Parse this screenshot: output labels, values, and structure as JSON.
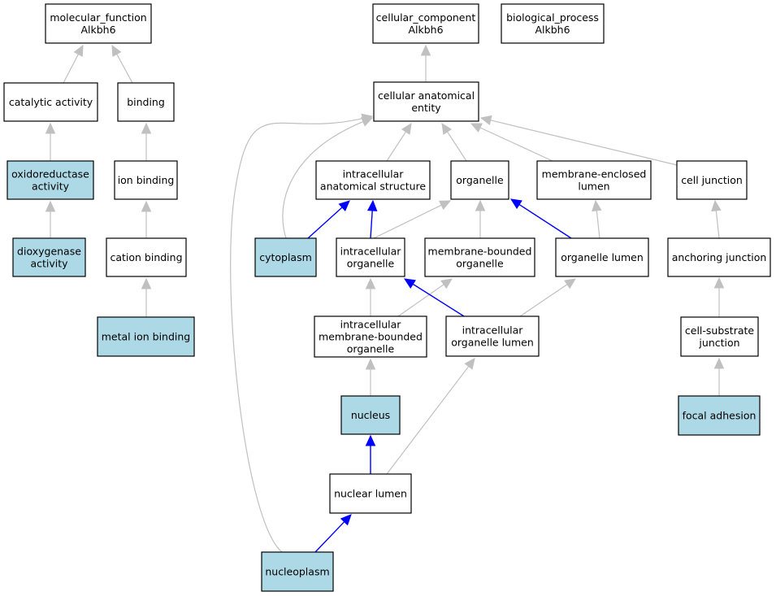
{
  "colors": {
    "highlight_fill": "#add8e6",
    "plain_fill": "#ffffff",
    "border": "#000000",
    "edge_gray": "#c0c0c0",
    "edge_blue": "#0000ff"
  },
  "nodes": {
    "molecular_function": {
      "lines": [
        "molecular_function",
        "Alkbh6"
      ],
      "highlight": false
    },
    "catalytic_activity": {
      "lines": [
        "catalytic activity"
      ],
      "highlight": false
    },
    "binding": {
      "lines": [
        "binding"
      ],
      "highlight": false
    },
    "oxidoreductase_activity": {
      "lines": [
        "oxidoreductase",
        "activity"
      ],
      "highlight": true
    },
    "ion_binding": {
      "lines": [
        "ion binding"
      ],
      "highlight": false
    },
    "dioxygenase_activity": {
      "lines": [
        "dioxygenase",
        "activity"
      ],
      "highlight": true
    },
    "cation_binding": {
      "lines": [
        "cation binding"
      ],
      "highlight": false
    },
    "metal_ion_binding": {
      "lines": [
        "metal ion binding"
      ],
      "highlight": true
    },
    "cellular_component": {
      "lines": [
        "cellular_component",
        "Alkbh6"
      ],
      "highlight": false
    },
    "biological_process": {
      "lines": [
        "biological_process",
        "Alkbh6"
      ],
      "highlight": false
    },
    "cellular_anatomical_entity": {
      "lines": [
        "cellular anatomical",
        "entity"
      ],
      "highlight": false
    },
    "intracellular_anatomical_structure": {
      "lines": [
        "intracellular",
        "anatomical structure"
      ],
      "highlight": false
    },
    "organelle": {
      "lines": [
        "organelle"
      ],
      "highlight": false
    },
    "membrane_enclosed_lumen": {
      "lines": [
        "membrane-enclosed",
        "lumen"
      ],
      "highlight": false
    },
    "cell_junction": {
      "lines": [
        "cell junction"
      ],
      "highlight": false
    },
    "cytoplasm": {
      "lines": [
        "cytoplasm"
      ],
      "highlight": true
    },
    "intracellular_organelle": {
      "lines": [
        "intracellular",
        "organelle"
      ],
      "highlight": false
    },
    "membrane_bounded_organelle": {
      "lines": [
        "membrane-bounded",
        "organelle"
      ],
      "highlight": false
    },
    "organelle_lumen": {
      "lines": [
        "organelle lumen"
      ],
      "highlight": false
    },
    "anchoring_junction": {
      "lines": [
        "anchoring junction"
      ],
      "highlight": false
    },
    "intracellular_membrane_bounded_organelle": {
      "lines": [
        "intracellular",
        "membrane-bounded",
        "organelle"
      ],
      "highlight": false
    },
    "intracellular_organelle_lumen": {
      "lines": [
        "intracellular",
        "organelle lumen"
      ],
      "highlight": false
    },
    "cell_substrate_junction": {
      "lines": [
        "cell-substrate",
        "junction"
      ],
      "highlight": false
    },
    "nucleus": {
      "lines": [
        "nucleus"
      ],
      "highlight": true
    },
    "focal_adhesion": {
      "lines": [
        "focal adhesion"
      ],
      "highlight": true
    },
    "nuclear_lumen": {
      "lines": [
        "nuclear lumen"
      ],
      "highlight": false
    },
    "nucleoplasm": {
      "lines": [
        "nucleoplasm"
      ],
      "highlight": true
    }
  },
  "edges": [
    {
      "from": "catalytic_activity",
      "to": "molecular_function",
      "kind": "is_a"
    },
    {
      "from": "binding",
      "to": "molecular_function",
      "kind": "is_a"
    },
    {
      "from": "oxidoreductase_activity",
      "to": "catalytic_activity",
      "kind": "is_a"
    },
    {
      "from": "ion_binding",
      "to": "binding",
      "kind": "is_a"
    },
    {
      "from": "dioxygenase_activity",
      "to": "oxidoreductase_activity",
      "kind": "is_a"
    },
    {
      "from": "cation_binding",
      "to": "ion_binding",
      "kind": "is_a"
    },
    {
      "from": "metal_ion_binding",
      "to": "cation_binding",
      "kind": "is_a"
    },
    {
      "from": "cellular_anatomical_entity",
      "to": "cellular_component",
      "kind": "is_a"
    },
    {
      "from": "intracellular_anatomical_structure",
      "to": "cellular_anatomical_entity",
      "kind": "is_a"
    },
    {
      "from": "organelle",
      "to": "cellular_anatomical_entity",
      "kind": "is_a"
    },
    {
      "from": "membrane_enclosed_lumen",
      "to": "cellular_anatomical_entity",
      "kind": "is_a"
    },
    {
      "from": "cell_junction",
      "to": "cellular_anatomical_entity",
      "kind": "is_a"
    },
    {
      "from": "cytoplasm",
      "to": "cellular_anatomical_entity",
      "kind": "is_a"
    },
    {
      "from": "nucleoplasm",
      "to": "cellular_anatomical_entity",
      "kind": "is_a"
    },
    {
      "from": "cytoplasm",
      "to": "intracellular_anatomical_structure",
      "kind": "part_of"
    },
    {
      "from": "intracellular_organelle",
      "to": "intracellular_anatomical_structure",
      "kind": "part_of"
    },
    {
      "from": "intracellular_organelle",
      "to": "organelle",
      "kind": "is_a"
    },
    {
      "from": "membrane_bounded_organelle",
      "to": "organelle",
      "kind": "is_a"
    },
    {
      "from": "organelle_lumen",
      "to": "organelle",
      "kind": "part_of"
    },
    {
      "from": "organelle_lumen",
      "to": "membrane_enclosed_lumen",
      "kind": "is_a"
    },
    {
      "from": "anchoring_junction",
      "to": "cell_junction",
      "kind": "is_a"
    },
    {
      "from": "intracellular_membrane_bounded_organelle",
      "to": "intracellular_organelle",
      "kind": "is_a"
    },
    {
      "from": "intracellular_membrane_bounded_organelle",
      "to": "membrane_bounded_organelle",
      "kind": "is_a"
    },
    {
      "from": "intracellular_organelle_lumen",
      "to": "intracellular_organelle",
      "kind": "part_of"
    },
    {
      "from": "intracellular_organelle_lumen",
      "to": "organelle_lumen",
      "kind": "is_a"
    },
    {
      "from": "cell_substrate_junction",
      "to": "anchoring_junction",
      "kind": "is_a"
    },
    {
      "from": "nucleus",
      "to": "intracellular_membrane_bounded_organelle",
      "kind": "is_a"
    },
    {
      "from": "focal_adhesion",
      "to": "cell_substrate_junction",
      "kind": "is_a"
    },
    {
      "from": "nuclear_lumen",
      "to": "nucleus",
      "kind": "part_of"
    },
    {
      "from": "nuclear_lumen",
      "to": "intracellular_organelle_lumen",
      "kind": "is_a"
    },
    {
      "from": "nucleoplasm",
      "to": "nuclear_lumen",
      "kind": "part_of"
    }
  ]
}
